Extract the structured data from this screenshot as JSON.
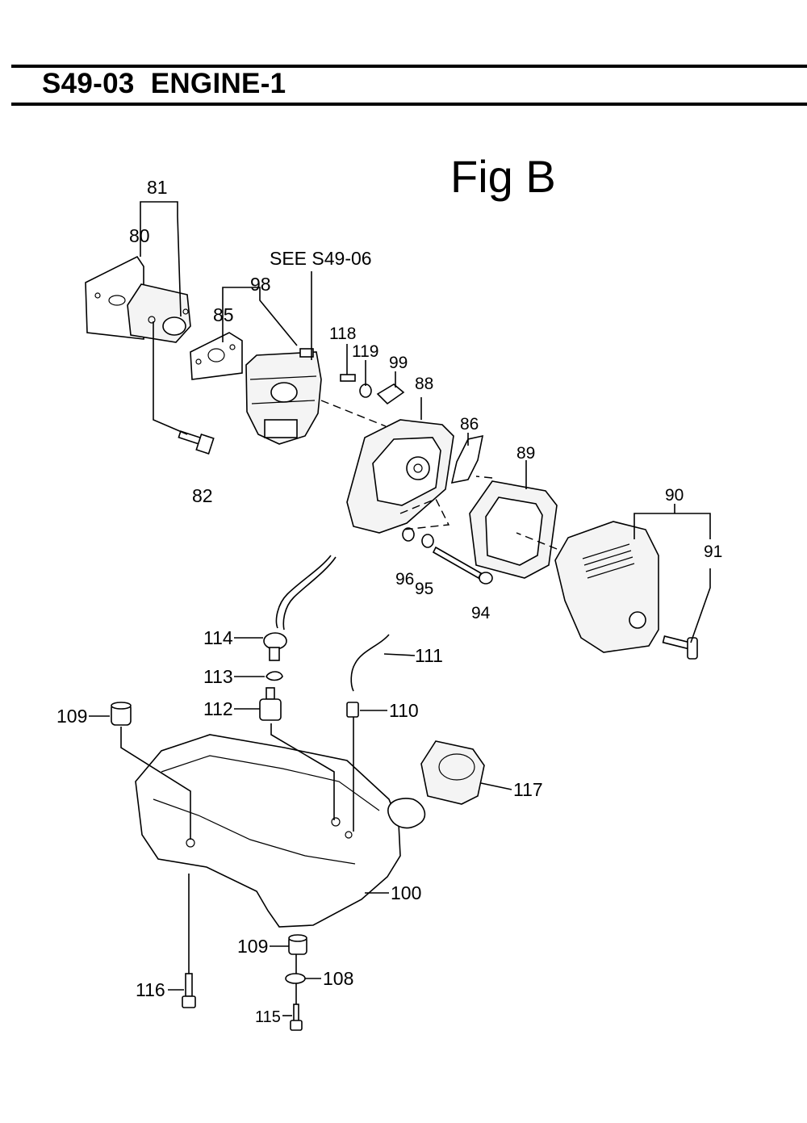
{
  "header": {
    "title": "S49-03  ENGINE-1"
  },
  "figure": {
    "label": "Fig B"
  },
  "callouts": {
    "c81": "81",
    "c80": "80",
    "c98": "98",
    "c85": "85",
    "c82": "82",
    "see_ref": "SEE S49-06",
    "c118": "118",
    "c119": "119",
    "c99": "99",
    "c88": "88",
    "c86": "86",
    "c89": "89",
    "c90": "90",
    "c91": "91",
    "c96": "96",
    "c95": "95",
    "c94": "94",
    "c114": "114",
    "c113": "113",
    "c112": "112",
    "c111": "111",
    "c110": "110",
    "c109a": "109",
    "c117": "117",
    "c100": "100",
    "c109b": "109",
    "c108": "108",
    "c116": "116",
    "c115": "115"
  }
}
